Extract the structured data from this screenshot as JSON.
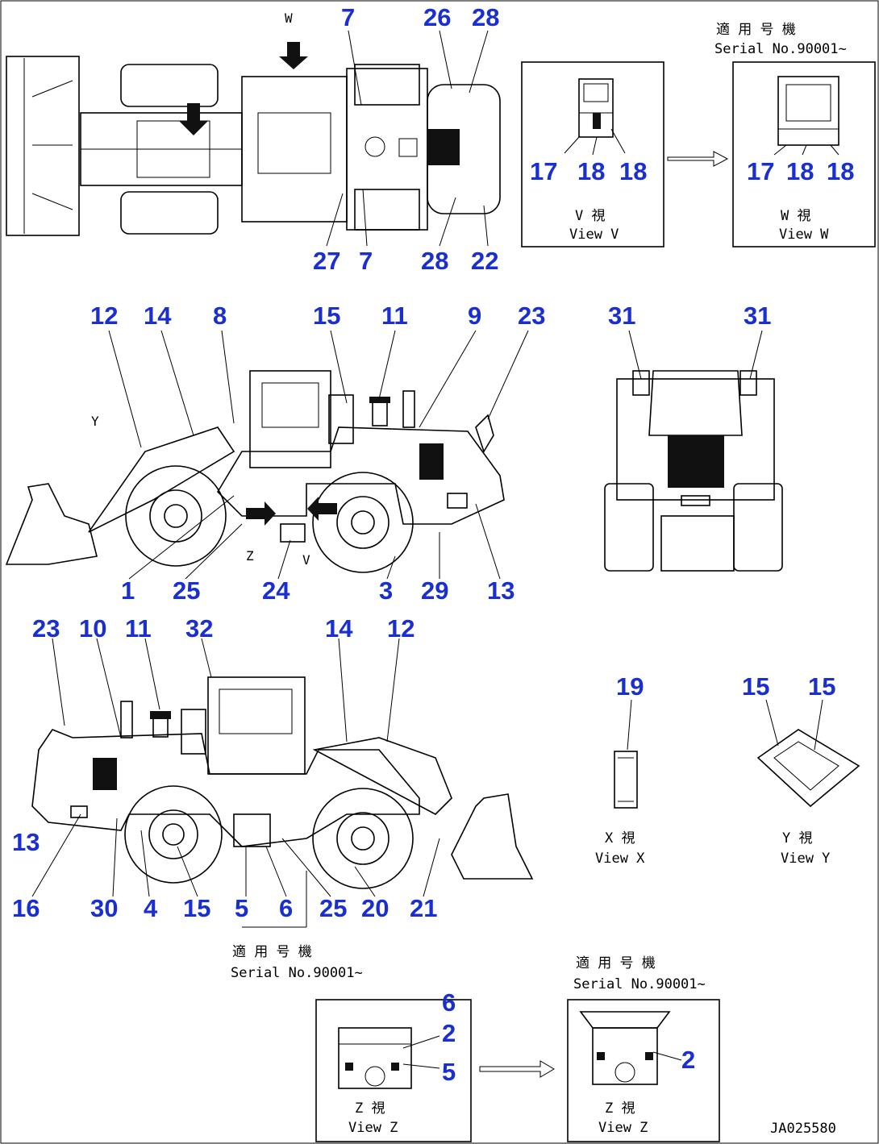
{
  "top_view": {
    "view_mark": "W",
    "callouts": [
      "7",
      "26",
      "28",
      "27",
      "7",
      "28",
      "22"
    ]
  },
  "view_v": {
    "callouts": [
      "17",
      "18",
      "18"
    ],
    "caption_jp": "V  視",
    "caption_en": "View V"
  },
  "view_w": {
    "serial_jp": "適 用 号 機",
    "serial_en": "Serial No.90001~",
    "callouts": [
      "17",
      "18",
      "18"
    ],
    "caption_jp": "W  視",
    "caption_en": "View W"
  },
  "left_side": {
    "view_marks": [
      "Y",
      "Z",
      "V"
    ],
    "callouts_top": [
      "12",
      "14",
      "8",
      "15",
      "11",
      "9",
      "23"
    ],
    "callouts_bottom": [
      "1",
      "25",
      "24",
      "3",
      "29",
      "13"
    ]
  },
  "rear_view": {
    "callouts": [
      "31",
      "31"
    ]
  },
  "right_side": {
    "callouts_top": [
      "23",
      "10",
      "11",
      "32",
      "14",
      "12"
    ],
    "callouts_left": [
      "13"
    ],
    "callouts_bottom": [
      "16",
      "30",
      "4",
      "15",
      "5",
      "6",
      "25",
      "20",
      "21"
    ],
    "serial_jp": "適 用 号 機",
    "serial_en": "Serial No.90001~"
  },
  "view_x": {
    "callouts": [
      "19"
    ],
    "caption_jp": "X  視",
    "caption_en": "View X"
  },
  "view_y": {
    "callouts": [
      "15",
      "15"
    ],
    "caption_jp": "Y  視",
    "caption_en": "View Y"
  },
  "view_z1": {
    "callouts": [
      "6",
      "2",
      "5"
    ],
    "caption_jp": "Z  視",
    "caption_en": "View Z"
  },
  "view_z2": {
    "serial_jp": "適 用 号 機",
    "serial_en": "Serial No.90001~",
    "callouts": [
      "2"
    ],
    "caption_jp": "Z  視",
    "caption_en": "View Z"
  },
  "drawing_number": "JA025580"
}
